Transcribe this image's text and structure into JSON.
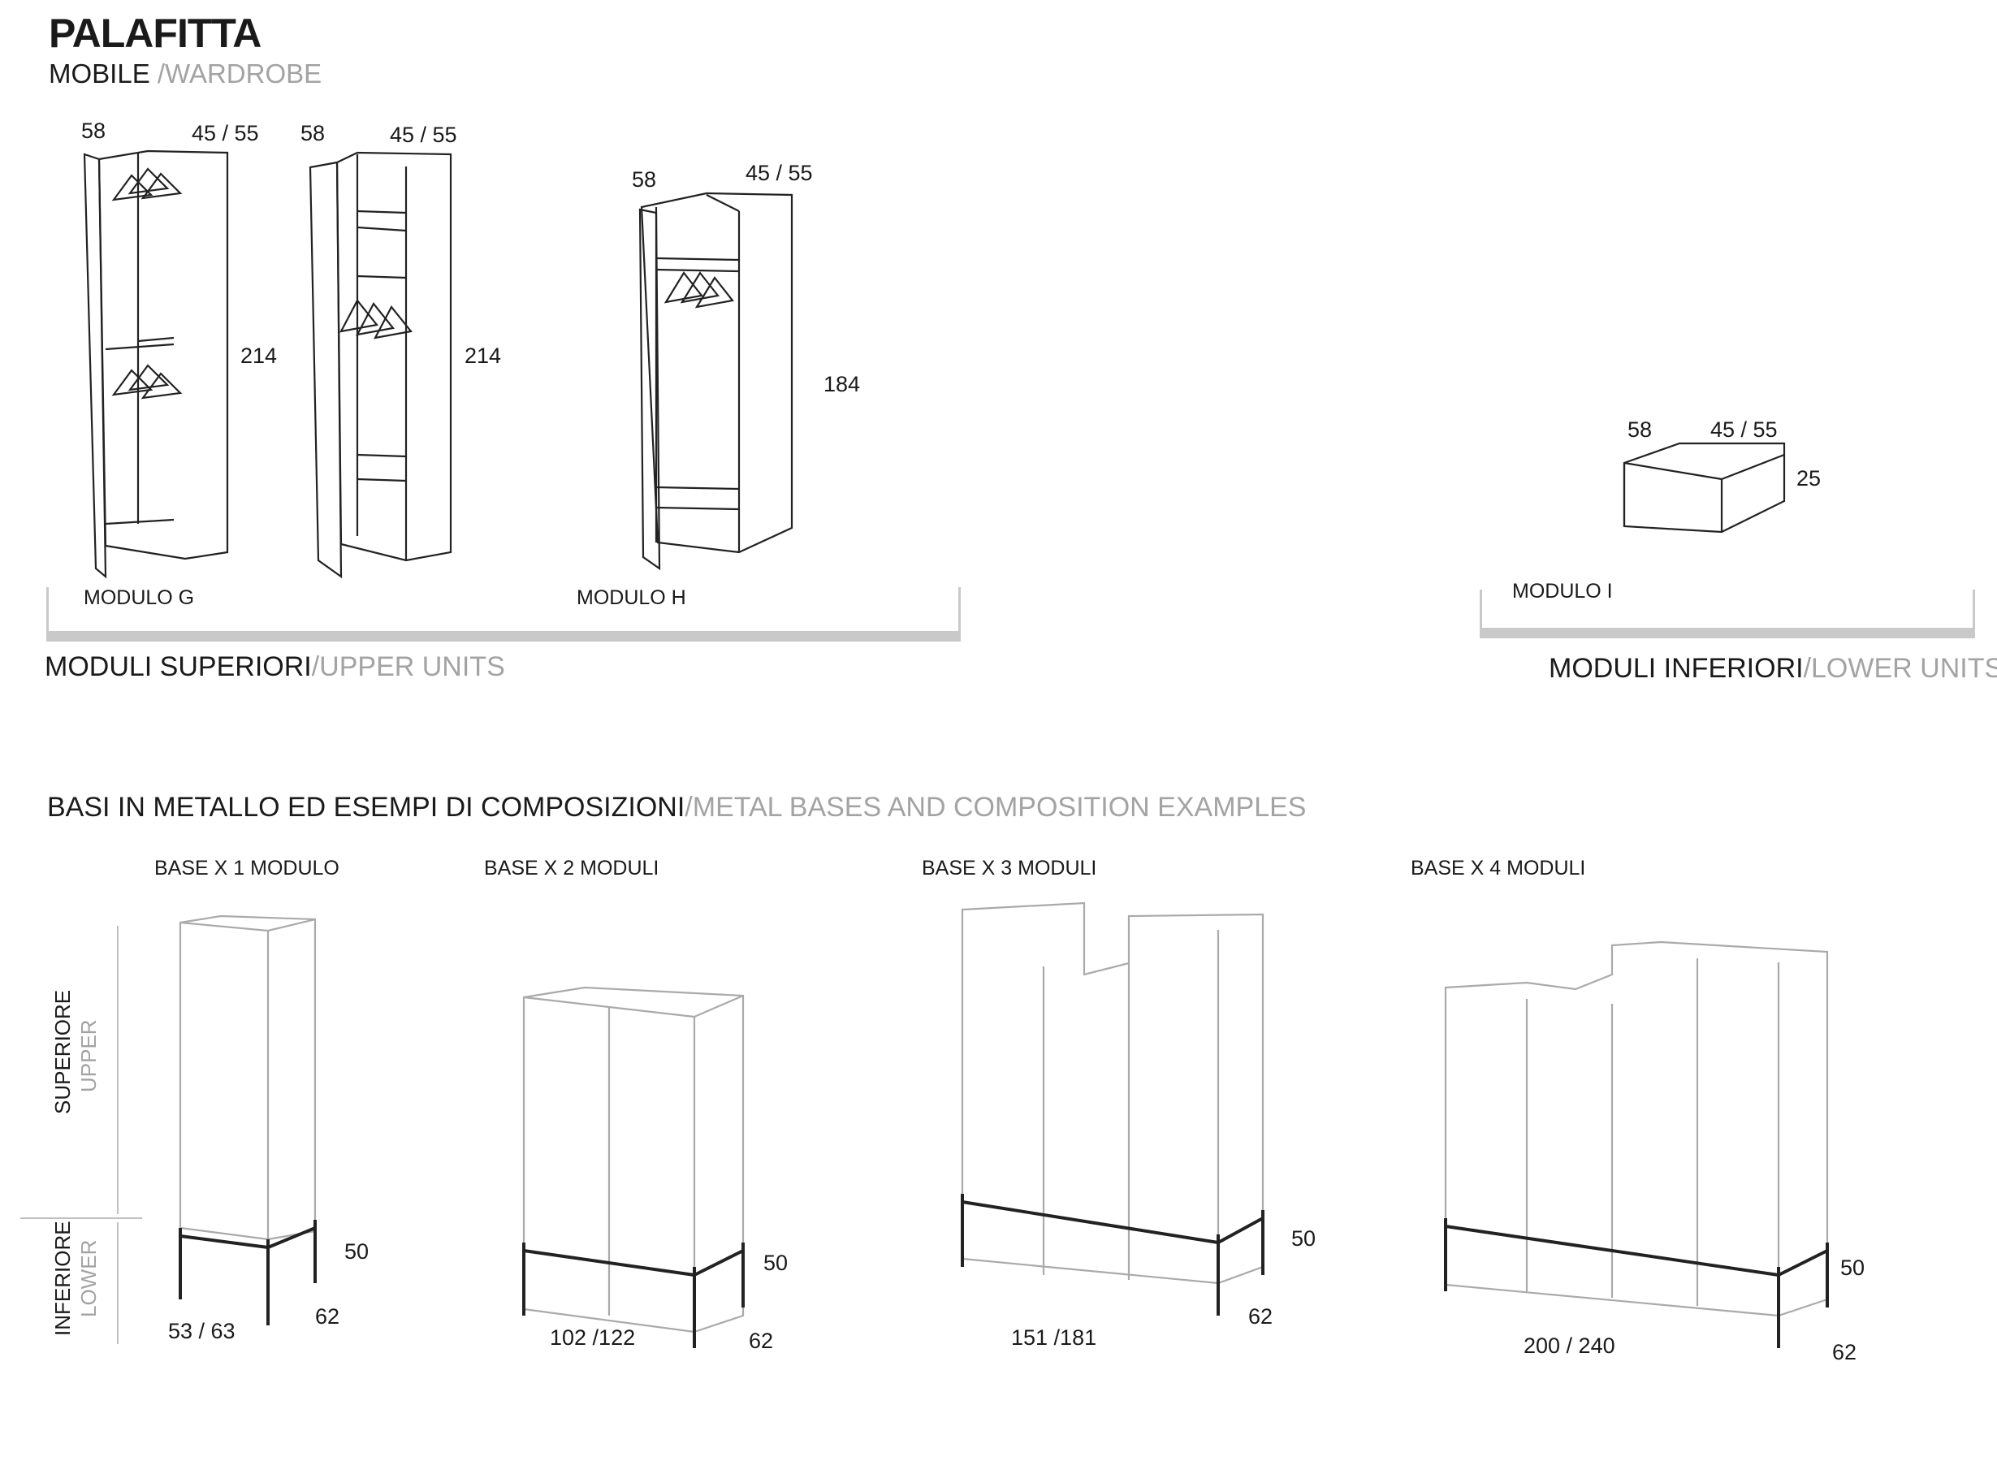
{
  "header": {
    "title": "PALAFITTA",
    "subtitle_main": "MOBILE",
    "subtitle_alt": "/WARDROBE"
  },
  "upper": {
    "module_g": {
      "label": "MODULO G",
      "depth": "58",
      "width": "45 / 55",
      "height_a": "214",
      "height_b": "214",
      "depth_b": "58",
      "width_b": "45 / 55"
    },
    "module_h": {
      "label": "MODULO H",
      "depth": "58",
      "width": "45 / 55",
      "height": "184"
    },
    "section_main": "MODULI SUPERIORI",
    "section_alt": "/UPPER UNITS"
  },
  "lower": {
    "module_i": {
      "label": "MODULO I",
      "depth": "58",
      "width": "45 / 55",
      "height": "25"
    },
    "section_main": "MODULI INFERIORI",
    "section_alt": "/LOWER UNITS"
  },
  "bases": {
    "section_main": "BASI IN METALLO ED ESEMPI DI COMPOSIZIONI",
    "section_alt": "/METAL BASES AND COMPOSITION EXAMPLES",
    "side_upper": "SUPERIORE",
    "side_upper_alt": "UPPER",
    "side_lower": "INFERIORE",
    "side_lower_alt": "LOWER",
    "items": [
      {
        "label": "BASE X 1 MODULO",
        "height": "50",
        "width": "53 / 63",
        "depth": "62"
      },
      {
        "label": "BASE X 2 MODULI",
        "height": "50",
        "width": "102 /122",
        "depth": "62"
      },
      {
        "label": "BASE X 3 MODULI",
        "height": "50",
        "width": "151 /181",
        "depth": "62"
      },
      {
        "label": "BASE X 4 MODULI",
        "height": "50",
        "width": "200 / 240",
        "depth": "62"
      }
    ]
  }
}
